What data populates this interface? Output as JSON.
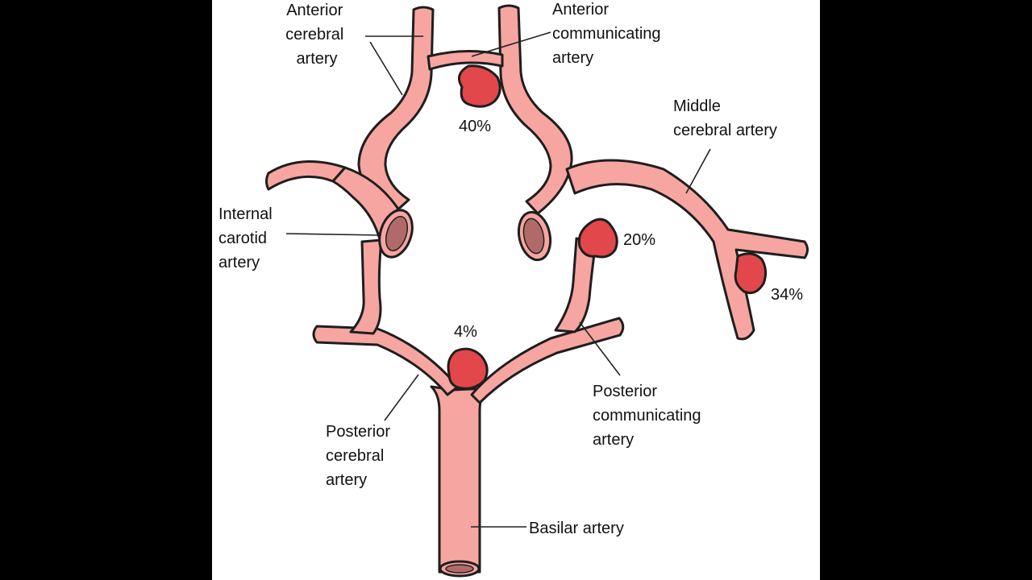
{
  "colors": {
    "vessel": "#f6a5a1",
    "aneurysm": "#e2474b",
    "outline": "#1e1e1e",
    "lumen": "#b06a6a",
    "background": "#ffffff",
    "frame": "#000000"
  },
  "labels": {
    "anterior_cerebral": [
      "Anterior",
      "cerebral",
      "artery"
    ],
    "anterior_communicating": [
      "Anterior",
      "communicating",
      "artery"
    ],
    "middle_cerebral": [
      "Middle",
      "cerebral artery"
    ],
    "internal_carotid": [
      "Internal",
      "carotid",
      "artery"
    ],
    "posterior_communicating": [
      "Posterior",
      "communicating",
      "artery"
    ],
    "posterior_cerebral": [
      "Posterior",
      "cerebral",
      "artery"
    ],
    "basilar": [
      "Basilar artery"
    ]
  },
  "aneurysm_rates": {
    "anterior_communicating": "40%",
    "internal_carotid_posterior_communicating": "20%",
    "middle_cerebral": "34%",
    "basilar_tip": "4%"
  }
}
